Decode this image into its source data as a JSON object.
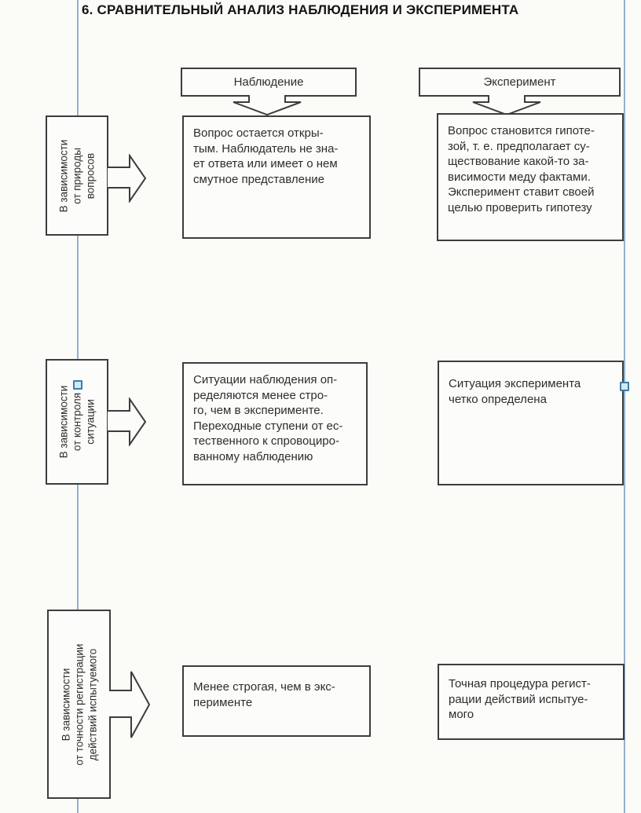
{
  "title": "6. СРАВНИТЕЛЬНЫЙ АНАЛИЗ НАБЛЮДЕНИЯ И ЭКСПЕРИМЕНТА",
  "columns": {
    "observation": "Наблюдение",
    "experiment": "Эксперимент"
  },
  "rows": [
    {
      "criterion": "В зависимости\nот природы\nвопросов",
      "observation": "Вопрос остается откры-\nтым. Наблюдатель не зна-\nет ответа или имеет о нем\nсмутное представление",
      "experiment": "Вопрос становится гипоте-\nзой, т. е. предполагает су-\nществование какой-то за-\nвисимости меду фактами.\nЭксперимент ставит своей\nцелью проверить гипотезу"
    },
    {
      "criterion": "В зависимости\nот контроля\nситуации",
      "observation": "Ситуации наблюдения оп-\nределяются менее стро-\nго, чем в эксперименте.\nПереходные ступени от ес-\nтественного к спровоциро-\nванному наблюдению",
      "experiment": "Ситуация эксперимента\nчетко определена"
    },
    {
      "criterion": "В зависимости\nот точности регистрации\nдействий испытуемого",
      "observation": "Менее строгая, чем в экс-\nперименте",
      "experiment": "Точная процедура регист-\nрации действий испытуе-\nмого"
    }
  ],
  "colors": {
    "paper": "#fbfbf8",
    "diagram_line": "#3d3d3d",
    "selection_guide": "#93b0cb",
    "handle_fill": "#cfeaf6",
    "handle_border": "#3e7da8"
  }
}
